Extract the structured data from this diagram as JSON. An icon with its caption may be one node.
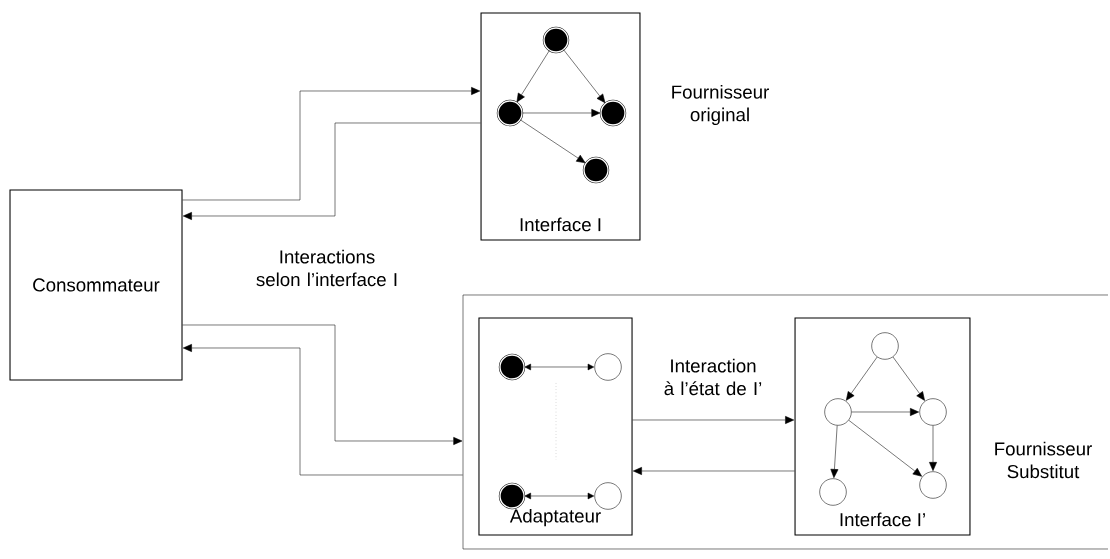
{
  "diagram": {
    "nodes": [
      {
        "text": [
          "Consommateur"
        ]
      },
      {
        "text": [
          "Interface I"
        ],
        "beside": [
          "Fournisseur original"
        ]
      },
      {
        "text": [],
        "shape": "circle",
        "in": 1
      },
      {
        "text": [],
        "shape": "circle",
        "in": 1
      },
      {
        "text": [],
        "shape": "circle",
        "in": 1
      },
      {
        "text": [],
        "shape": "circle",
        "in": 1
      },
      {
        "text": [
          "Fournisseur Substitut"
        ]
      },
      {
        "text": [
          "Adaptateur"
        ],
        "in": 6
      },
      {
        "text": [],
        "shape": "circle",
        "in": 7
      },
      {
        "text": [],
        "shape": "circle",
        "in": 7
      },
      {
        "text": [],
        "shape": "circle",
        "in": 7
      },
      {
        "text": [],
        "shape": "circle",
        "in": 7
      },
      {
        "text": [
          "Interface I’"
        ],
        "in": 6
      },
      {
        "text": [],
        "shape": "circle",
        "in": 12
      },
      {
        "text": [],
        "shape": "circle",
        "in": 12
      },
      {
        "text": [],
        "shape": "circle",
        "in": 12
      },
      {
        "text": [],
        "shape": "circle",
        "in": 12
      },
      {
        "text": [],
        "shape": "circle",
        "in": 12
      }
    ],
    "edges": [
      {
        "from": 0,
        "to": 1,
        "arrow": "to"
      },
      {
        "from": 1,
        "to": 0,
        "arrow": "to"
      },
      {
        "from": 0,
        "to": 6,
        "arrow": "to"
      },
      {
        "from": 6,
        "to": 0,
        "arrow": "to"
      },
      {
        "from": 2,
        "to": 3,
        "arrow": "to"
      },
      {
        "from": 2,
        "to": 4,
        "arrow": "to"
      },
      {
        "from": 3,
        "to": 4,
        "arrow": "to"
      },
      {
        "from": 3,
        "to": 5,
        "arrow": "to"
      },
      {
        "from": 8,
        "to": 9,
        "arrow": "both"
      },
      {
        "from": 10,
        "to": 11,
        "arrow": "both"
      },
      {
        "from": 7,
        "to": 12,
        "arrow": "to",
        "label": "Interaction à l’état de I’"
      },
      {
        "from": 12,
        "to": 7,
        "arrow": "to"
      },
      {
        "from": 13,
        "to": 14,
        "arrow": "to"
      },
      {
        "from": 13,
        "to": 15,
        "arrow": "to"
      },
      {
        "from": 14,
        "to": 15,
        "arrow": "to"
      },
      {
        "from": 14,
        "to": 16,
        "arrow": "to"
      },
      {
        "from": 14,
        "to": 17,
        "arrow": "to"
      },
      {
        "from": 15,
        "to": 17,
        "arrow": "to"
      }
    ],
    "labels": [
      "Interactions selon l’interface I"
    ]
  }
}
